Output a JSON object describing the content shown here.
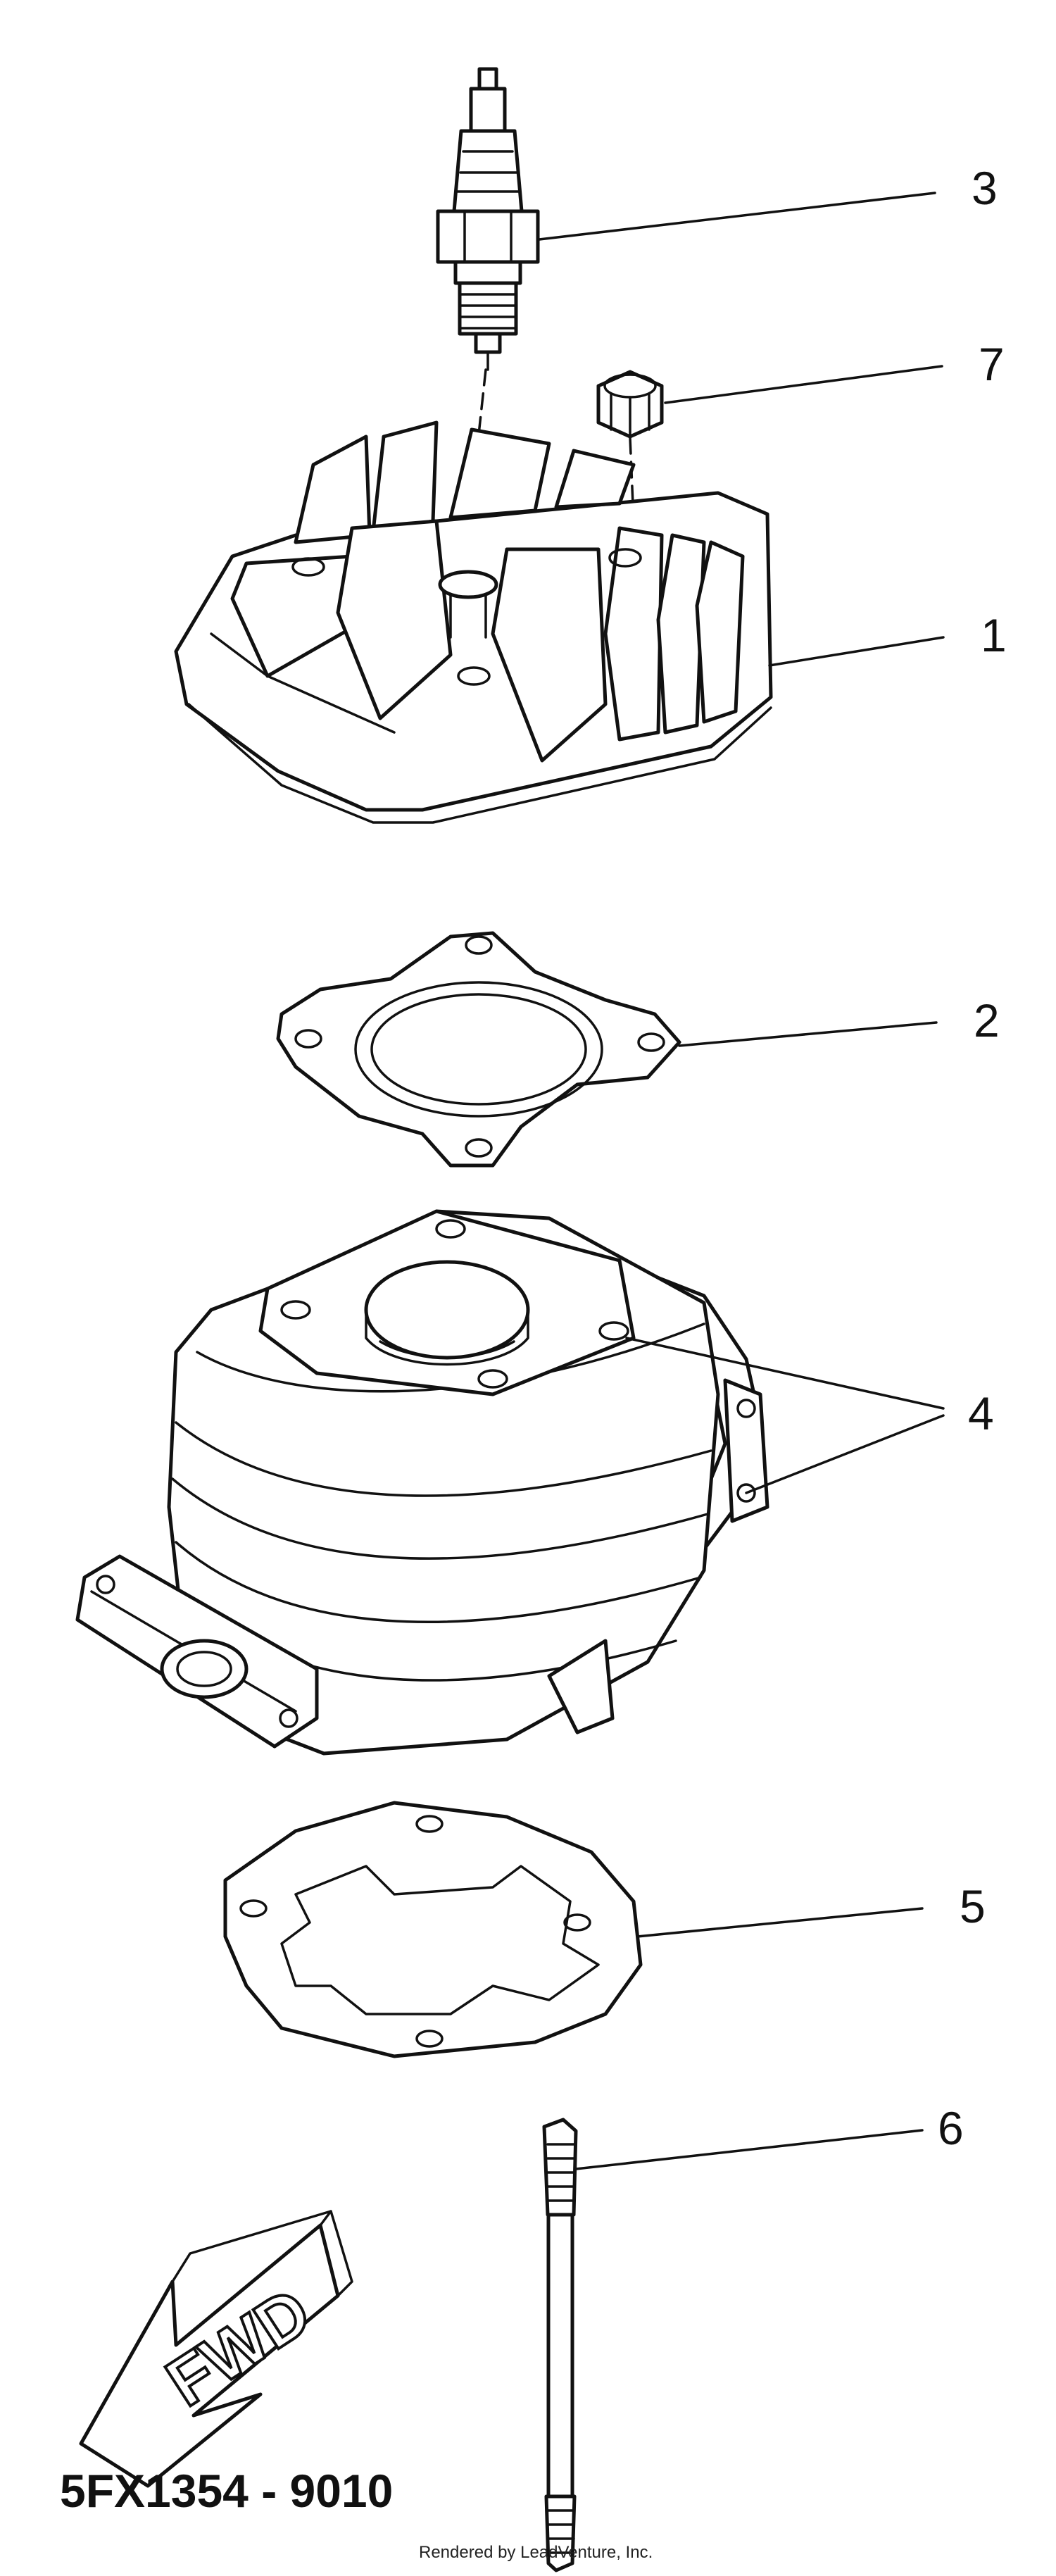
{
  "callouts": {
    "c1": "1",
    "c2": "2",
    "c3": "3",
    "c4": "4",
    "c5": "5",
    "c6": "6",
    "c7": "7"
  },
  "fwd_label": "FWD",
  "diagram_code": "5FX1354 - 9010",
  "credit": "Rendered by LeadVenture, Inc."
}
